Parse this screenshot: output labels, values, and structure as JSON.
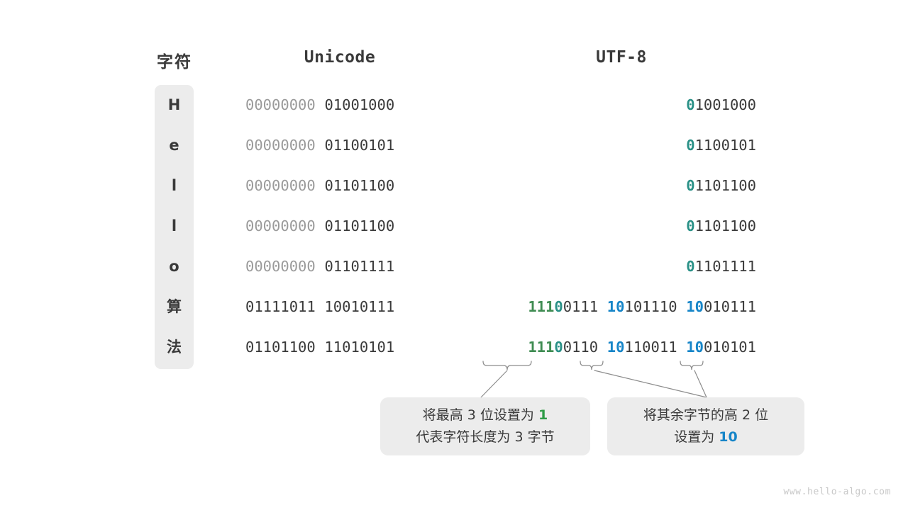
{
  "headers": {
    "character": "字符",
    "unicode": "Unicode",
    "utf8": "UTF-8"
  },
  "rows": [
    {
      "char": "H",
      "unicode": {
        "pad": "00000000",
        "byte": "01001000"
      },
      "utf8_bytes": [
        {
          "prefix": "0",
          "prefix_color": "teal",
          "rest": "1001000"
        }
      ]
    },
    {
      "char": "e",
      "unicode": {
        "pad": "00000000",
        "byte": "01100101"
      },
      "utf8_bytes": [
        {
          "prefix": "0",
          "prefix_color": "teal",
          "rest": "1100101"
        }
      ]
    },
    {
      "char": "l",
      "unicode": {
        "pad": "00000000",
        "byte": "01101100"
      },
      "utf8_bytes": [
        {
          "prefix": "0",
          "prefix_color": "teal",
          "rest": "1101100"
        }
      ]
    },
    {
      "char": "l",
      "unicode": {
        "pad": "00000000",
        "byte": "01101100"
      },
      "utf8_bytes": [
        {
          "prefix": "0",
          "prefix_color": "teal",
          "rest": "1101100"
        }
      ]
    },
    {
      "char": "o",
      "unicode": {
        "pad": "00000000",
        "byte": "01101111"
      },
      "utf8_bytes": [
        {
          "prefix": "0",
          "prefix_color": "teal",
          "rest": "1101111"
        }
      ]
    },
    {
      "char": "算",
      "unicode": {
        "pad": "01111011",
        "byte": "10010111",
        "pad_dark": true
      },
      "utf8_bytes": [
        {
          "prefix": "111",
          "prefix_color": "green",
          "delim": "0",
          "rest": "0111"
        },
        {
          "prefix": "10",
          "prefix_color": "blue",
          "rest": "101110"
        },
        {
          "prefix": "10",
          "prefix_color": "blue",
          "rest": "010111"
        }
      ]
    },
    {
      "char": "法",
      "unicode": {
        "pad": "01101100",
        "byte": "11010101",
        "pad_dark": true
      },
      "utf8_bytes": [
        {
          "prefix": "111",
          "prefix_color": "green",
          "delim": "0",
          "rest": "0110"
        },
        {
          "prefix": "10",
          "prefix_color": "blue",
          "rest": "110011"
        },
        {
          "prefix": "10",
          "prefix_color": "blue",
          "rest": "010101"
        }
      ]
    }
  ],
  "callouts": [
    {
      "id": "callout-1",
      "line1_pre": "将最高  3  位设置为  ",
      "line1_hl": "1",
      "line2": "代表字符长度为  3  字节",
      "hl_color": "#2e9b46"
    },
    {
      "id": "callout-2",
      "line1": "将其余字节的高  2  位",
      "line2_pre": "设置为  ",
      "line2_hl": "10",
      "hl_color": "#1685c8"
    }
  ],
  "watermark": "www.hello-algo.com",
  "colors": {
    "green": "#3f8c52",
    "teal": "#2a9187",
    "blue": "#1685c8",
    "dark": "#3a3a3a",
    "gray": "#9a9a9a",
    "box_bg": "#ececec",
    "connector": "#8c8c8c"
  }
}
